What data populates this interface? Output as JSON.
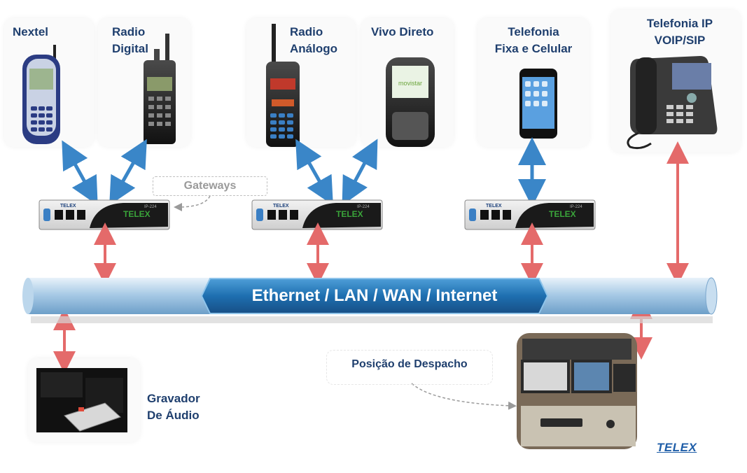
{
  "devices": {
    "nextel": "Nextel",
    "radio_digital": [
      "Radio",
      "Digital"
    ],
    "radio_analogo": [
      "Radio",
      "Análogo"
    ],
    "vivo_direto": "Vivo Direto",
    "telefonia_fixa": [
      "Telefonia",
      "Fixa e Celular"
    ],
    "telefonia_ip": [
      "Telefonia IP",
      "VOIP/SIP"
    ]
  },
  "gateways_label": "Gateways",
  "gateway_box": {
    "brand": "TELEX",
    "model": "IP-224"
  },
  "network_label": "Ethernet / LAN / WAN / Internet",
  "recorder": [
    "Gravador",
    "De Áudio"
  ],
  "dispatch_label": "Posição de Despacho",
  "logo": "TELEX",
  "phone_screen_text": "movistar",
  "colors": {
    "blue_arrow": "#3a86c8",
    "red_arrow": "#e46a6a",
    "label": "#1f3f6e",
    "pipe": "#8fbcdf"
  }
}
